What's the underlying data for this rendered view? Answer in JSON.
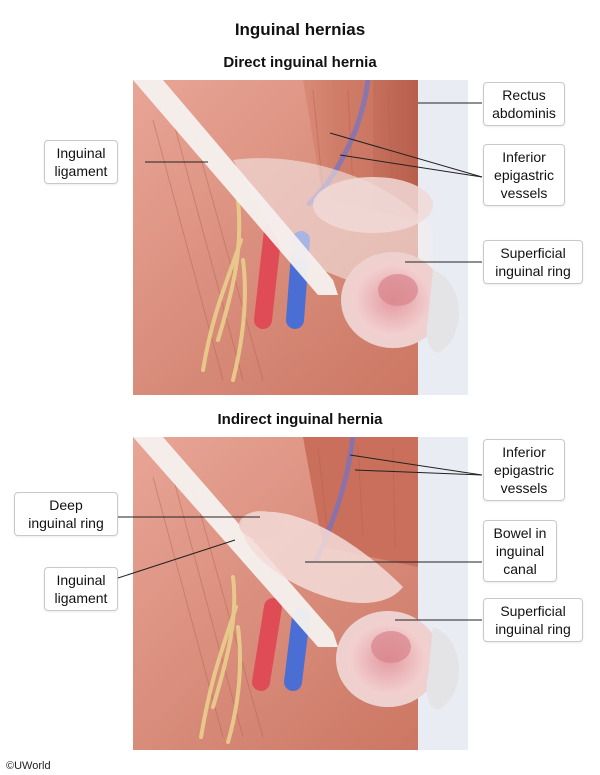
{
  "title": "Inguinal hernias",
  "panels": {
    "direct": {
      "title": "Direct inguinal hernia",
      "labels": {
        "rectus": [
          "Rectus",
          "abdominis"
        ],
        "inguinal_ligament": [
          "Inguinal",
          "ligament"
        ],
        "epigastric": [
          "Inferior",
          "epigastric",
          "vessels"
        ],
        "superficial_ring": [
          "Superficial",
          "inguinal ring"
        ]
      }
    },
    "indirect": {
      "title": "Indirect inguinal hernia",
      "labels": {
        "epigastric": [
          "Inferior",
          "epigastric",
          "vessels"
        ],
        "deep_ring": [
          "Deep",
          "inguinal ring"
        ],
        "bowel": [
          "Bowel in",
          "inguinal",
          "canal"
        ],
        "inguinal_ligament": [
          "Inguinal",
          "ligament"
        ],
        "superficial_ring": [
          "Superficial",
          "inguinal ring"
        ]
      }
    }
  },
  "footer": "©UWorld"
}
